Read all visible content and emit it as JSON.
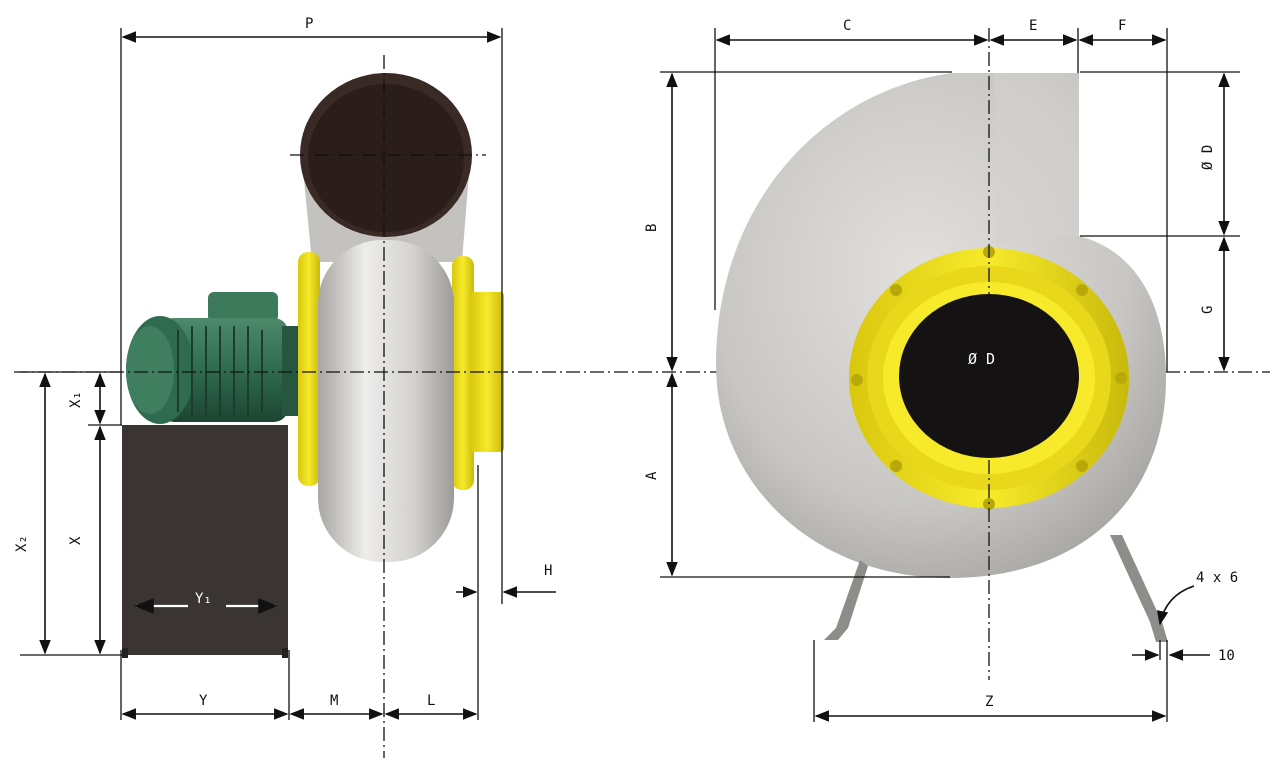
{
  "colors": {
    "housing": "#c9c7c4",
    "housing_shade": "#9d9b98",
    "flange": "#f3e51c",
    "motor": "#2f6b4f",
    "base": "#3a3433",
    "opening": "#141212",
    "line": "#111111"
  },
  "side_view": {
    "labels": {
      "P": "P",
      "X1": "X₁",
      "X2": "X₂",
      "X": "X",
      "Y1": "Y₁",
      "Y": "Y",
      "M": "M",
      "L": "L",
      "H": "H"
    }
  },
  "front_view": {
    "labels": {
      "C": "C",
      "E": "E",
      "F": "F",
      "B": "B",
      "OD_outlet": "Ø D",
      "G": "G",
      "A": "A",
      "OD_inlet": "Ø D",
      "holes": "4 x 6",
      "ten": "10",
      "Z": "Z"
    }
  }
}
